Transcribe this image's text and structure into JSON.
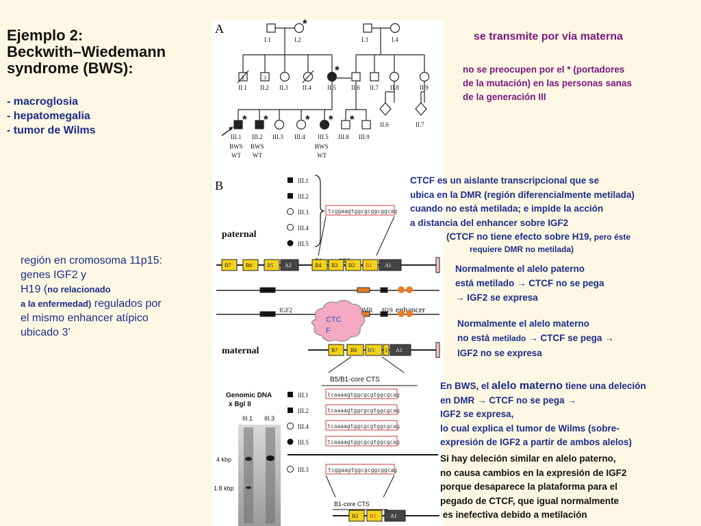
{
  "title": {
    "line1": "Ejemplo 2:",
    "line2": "Beckwith–Wiedemann",
    "line3": "syndrome (BWS):"
  },
  "symptoms": [
    "- macroglosia",
    "- hepatomegalia",
    "- tumor de Wilms"
  ],
  "region_text": {
    "l1": "región en cromosoma 11p15:",
    "l2": "genes IGF2 y",
    "l3a": "H19 (",
    "l3b": "no relacionado",
    "l4a": "a la enfermedad)",
    "l4b": " regulados por",
    "l5": "el mismo enhancer atípico",
    "l6": "ubicado 3’"
  },
  "notes": {
    "maternal_transmit": "se transmite por vía materna",
    "asterisk_note": [
      "no se preocupen por el * (portadores",
      "de la mutación) en las personas sanas",
      "de la generación III"
    ],
    "ctcf_def": [
      "CTCF es un aislante transcripcional que se",
      "ubica en la DMR (región diferencialmente metilada)",
      "cuando no está metilada; e impide la acción",
      "a distancia del enhancer sobre IGF2"
    ],
    "ctcf_h19_a": "(CTCF no tiene efecto sobre H19,",
    "ctcf_h19_b": " pero éste",
    "ctcf_h19_c": "requiere DMR no metilada)",
    "paternal_normal": [
      "Normalmente el alelo paterno",
      "está metilado → CTCF no se pega",
      "→ IGF2 se expresa"
    ],
    "maternal_normal_1": "Normalmente el alelo materno",
    "maternal_normal_2a": "no está ",
    "maternal_normal_2b": "metilado",
    "maternal_normal_2c": " → CTCF se pega →",
    "maternal_normal_3": "IGF2 no se expresa",
    "bws_1a": "En BWS, el ",
    "bws_1b": "alelo materno",
    "bws_1c": " tiene una deleción",
    "bws_rest": [
      "en DMR → CTCF no se pega →",
      "IGF2 se expresa,",
      "lo cual explica el tumor de Wilms (sobre-",
      "expresión de IGF2 a partir de ambos alelos)"
    ],
    "paternal_del": [
      "Si hay deleción similar en alelo paterno,",
      "no causa cambios en la expresión de IGF2",
      "porque desaparece la plataforma para el",
      "pegado de CTCF, que igual normalmente",
      " es inefectiva debido a metilación"
    ]
  },
  "figure": {
    "panel_a": "A",
    "panel_b": "B",
    "gen1": [
      "I.1",
      "I.2",
      "I.3",
      "I.4"
    ],
    "gen2": [
      "II.1",
      "II.2",
      "II.3",
      "II.4",
      "II.5",
      "II.6",
      "II.7",
      "II.8",
      "II.9"
    ],
    "gen2_counts": [
      "2",
      "3"
    ],
    "gen2_diamonds": [
      "II.6",
      "II.7"
    ],
    "gen3": [
      "III.1",
      "III.2",
      "III.3",
      "III.4",
      "III.5",
      "III.8",
      "III.9"
    ],
    "diag": {
      "bws": "BWS",
      "wt": "WT"
    },
    "legend_top": [
      "III.1",
      "III.2",
      "III.3",
      "III.4",
      "III.5"
    ],
    "legend_bot": [
      "III.1",
      "III.2",
      "III.4",
      "III.5"
    ],
    "legend_iii3": "III.3",
    "seq_paternal": "tcggaagtggcgcggcggcag",
    "seq_bws": "tcaaaagtggcgcgtggcgcag",
    "b1_core": "B1-core CTS",
    "b5_b1_core": "B5/B1-core CTS",
    "paternal": "paternal",
    "maternal": "maternal",
    "blocks_pat": [
      "B7",
      "B6",
      "B5",
      "A2",
      "B4",
      "B3",
      "B2",
      "B1",
      "A1"
    ],
    "blocks_mat": [
      "B7",
      "B6",
      "B5/",
      "1",
      "A1"
    ],
    "blocks_bot": [
      "B2",
      "B1",
      "A1"
    ],
    "igf2": "IGF2",
    "dmr": "DMR",
    "h19": "H19",
    "enhancer": "enhancer",
    "ctcf": [
      "CTC",
      "F"
    ],
    "gel_title": [
      "Genomic DNA",
      "x Bgl II"
    ],
    "gel_lanes": [
      "III.1",
      "III.3"
    ],
    "gel_sizes": [
      "4 kbp",
      "1.8 kbp"
    ]
  },
  "colors": {
    "blue_text": "#1a2d8a",
    "purple_text": "#7a1780",
    "background": "#fdf7e3",
    "block_yellow": "#f2d21a",
    "block_dark": "#444444"
  }
}
